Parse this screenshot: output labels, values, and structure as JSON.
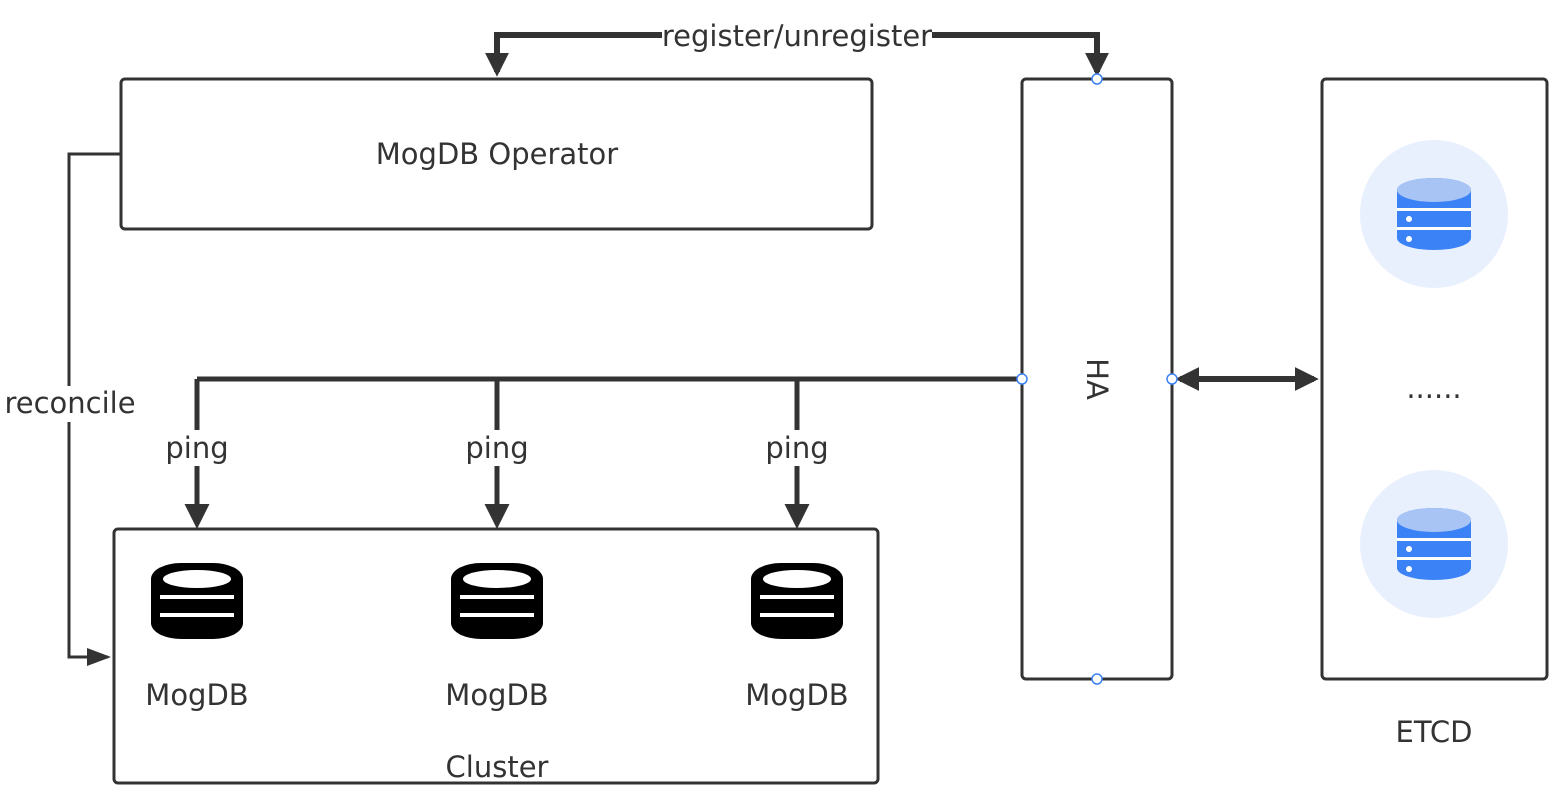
{
  "operator": {
    "label": "MogDB Operator"
  },
  "ha": {
    "label": "HA"
  },
  "etcd": {
    "label": "ETCD",
    "ellipsis": "......"
  },
  "cluster": {
    "label": "Cluster",
    "nodes": [
      {
        "label": "MogDB"
      },
      {
        "label": "MogDB"
      },
      {
        "label": "MogDB"
      }
    ]
  },
  "edges": {
    "register": "register/unregister",
    "reconcile": "reconcile",
    "pings": [
      "ping",
      "ping",
      "ping"
    ]
  },
  "colors": {
    "line": "#333333",
    "etcd_circle": "#e8f0fe",
    "etcd_db_dark": "#3b82f6",
    "etcd_db_light": "#a8c4f5",
    "anchor": "#3b82f6"
  },
  "icons": {
    "mogdb": "database-icon",
    "etcd": "database-icon"
  }
}
